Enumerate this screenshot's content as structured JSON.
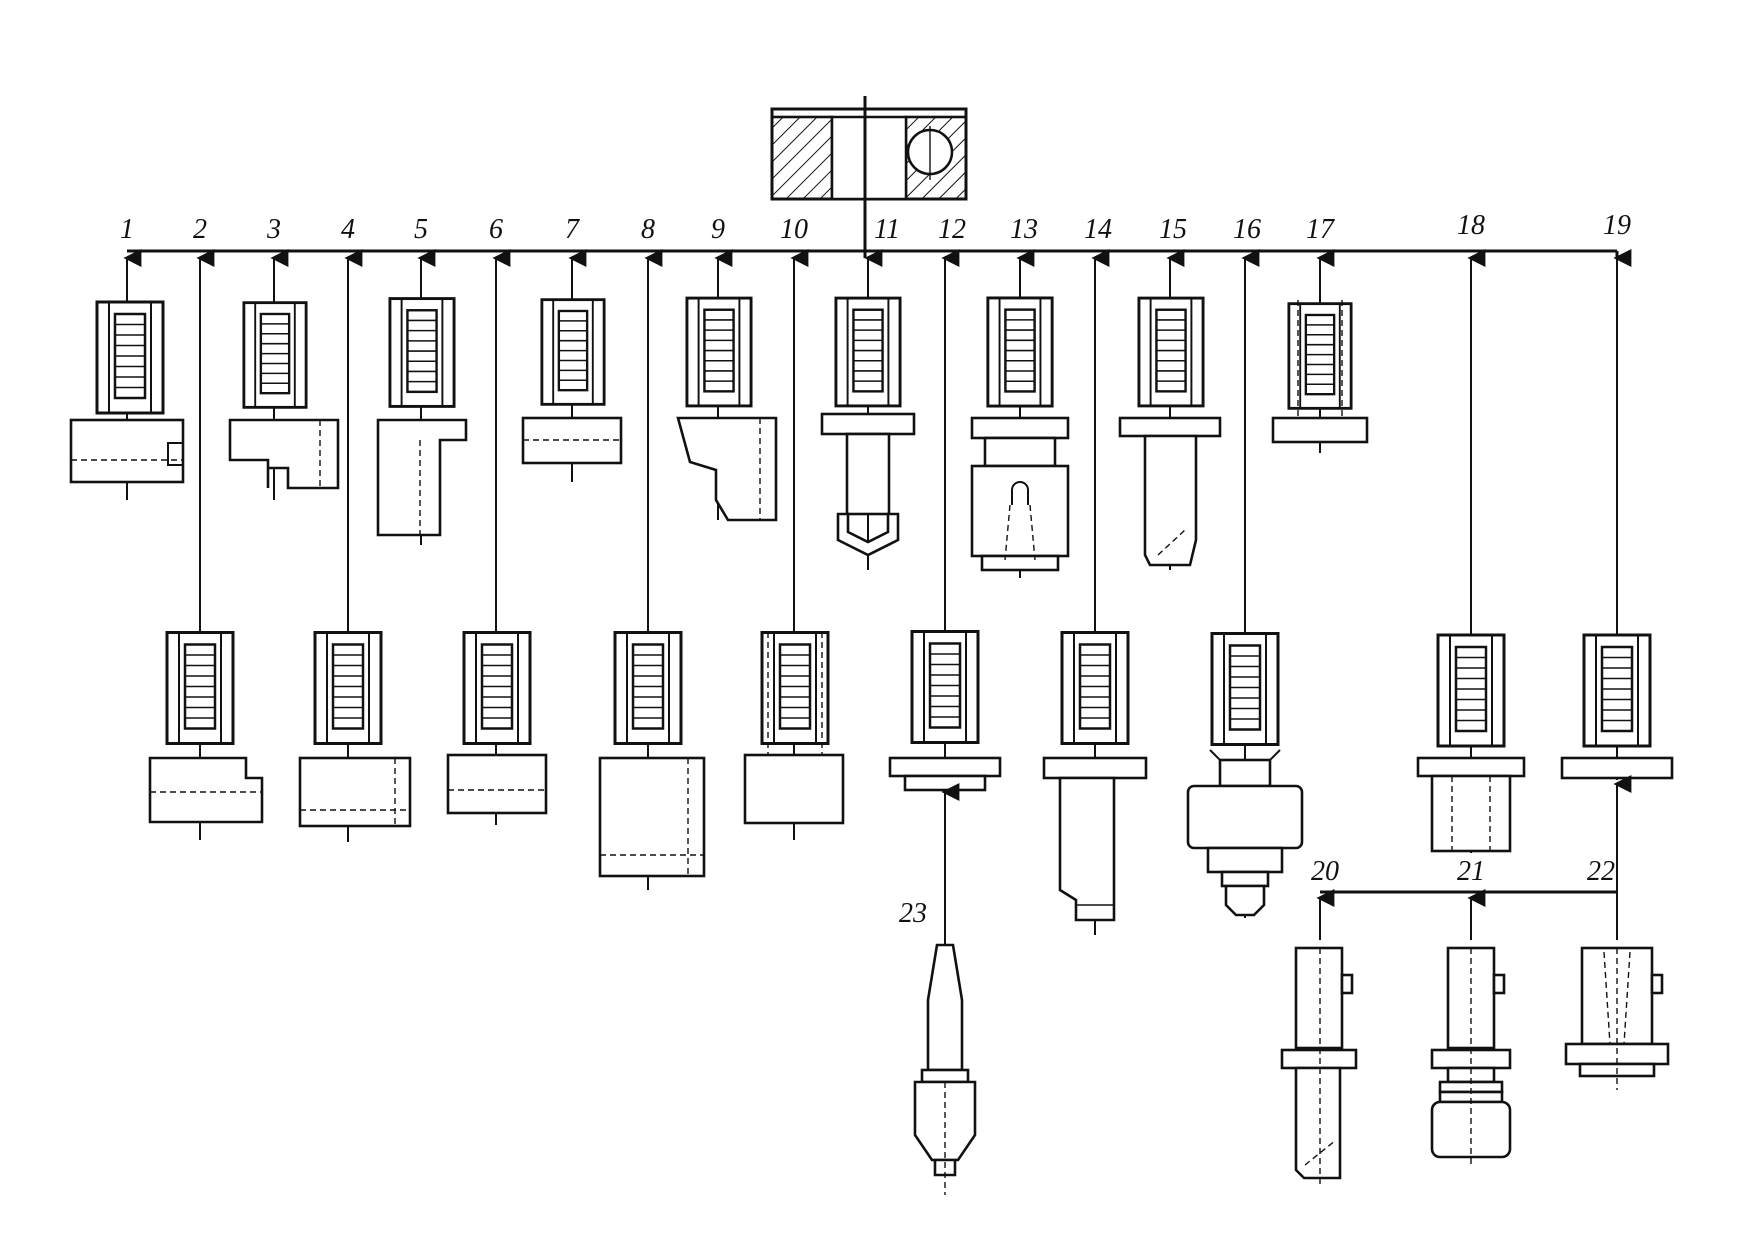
{
  "diagram": {
    "labels": {
      "n1": "1",
      "n2": "2",
      "n3": "3",
      "n4": "4",
      "n5": "5",
      "n6": "6",
      "n7": "7",
      "n8": "8",
      "n9": "9",
      "n10": "10",
      "n11": "11",
      "n12": "12",
      "n13": "13",
      "n14": "14",
      "n15": "15",
      "n16": "16",
      "n17": "17",
      "n18": "18",
      "n19": "19",
      "n20": "20",
      "n21": "21",
      "n22": "22",
      "n23": "23"
    }
  }
}
